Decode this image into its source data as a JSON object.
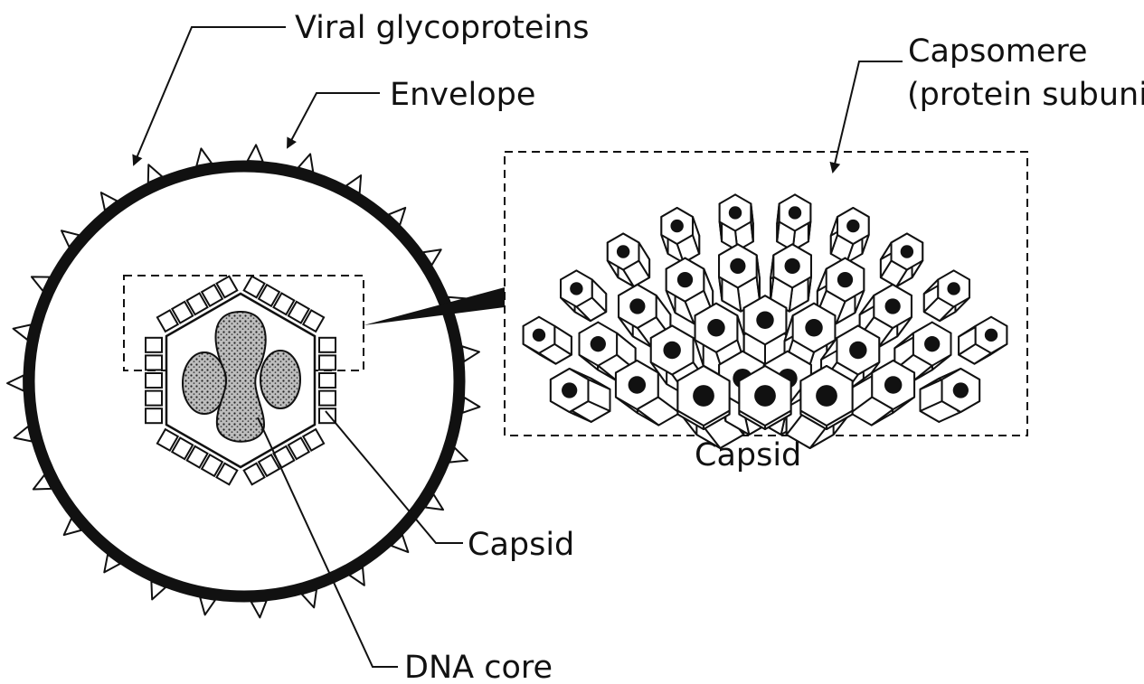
{
  "labels": {
    "viral_glycoproteins": "Viral glycoproteins",
    "envelope": "Envelope",
    "capsomere_line1": "Capsomere",
    "capsomere_line2": "(protein subunit)",
    "capsid_inset": "Capsid",
    "capsid": "Capsid",
    "dna_core": "DNA core"
  },
  "colors": {
    "ink": "#111111",
    "background": "#ffffff",
    "core_fill": "#8a8a8a"
  }
}
